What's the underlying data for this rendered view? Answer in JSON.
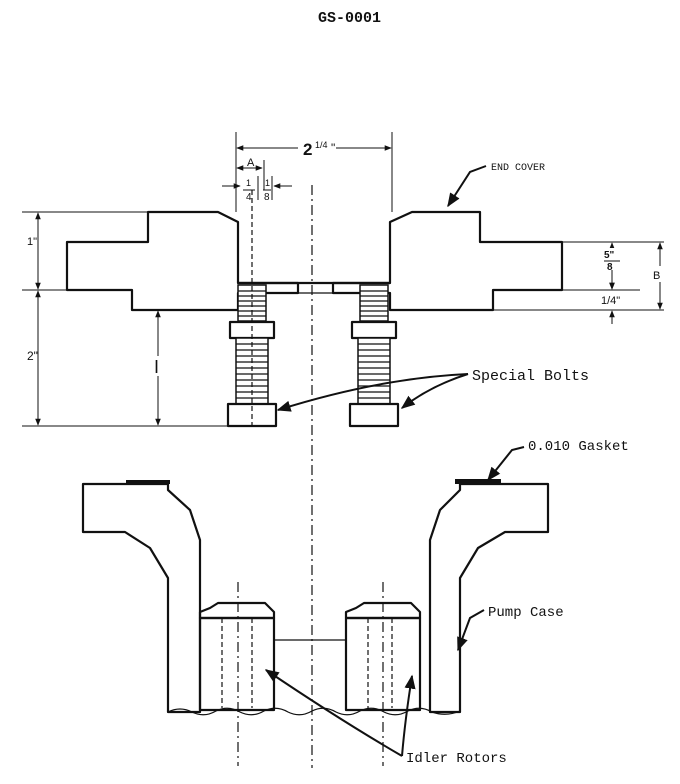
{
  "doc": {
    "id": "GS-0001"
  },
  "dimensions": {
    "top_width": "2",
    "top_width_fraction": "1/4",
    "top_width_unit": "\"",
    "dim_a": "A",
    "dim_quarter": "4",
    "dim_eighth": "8",
    "dim_one": "1\"",
    "dim_two": "2\"",
    "dim_i": "I",
    "dim_five": "5\"",
    "dim_five_den": "8",
    "dim_quarter_right": "1/4\"",
    "dim_b": "B"
  },
  "labels": {
    "end_cover": "END COVER",
    "special_bolts": "Special Bolts",
    "gasket": "0.010 Gasket",
    "pump_case": "Pump Case",
    "idler_rotors": "Idler Rotors"
  }
}
